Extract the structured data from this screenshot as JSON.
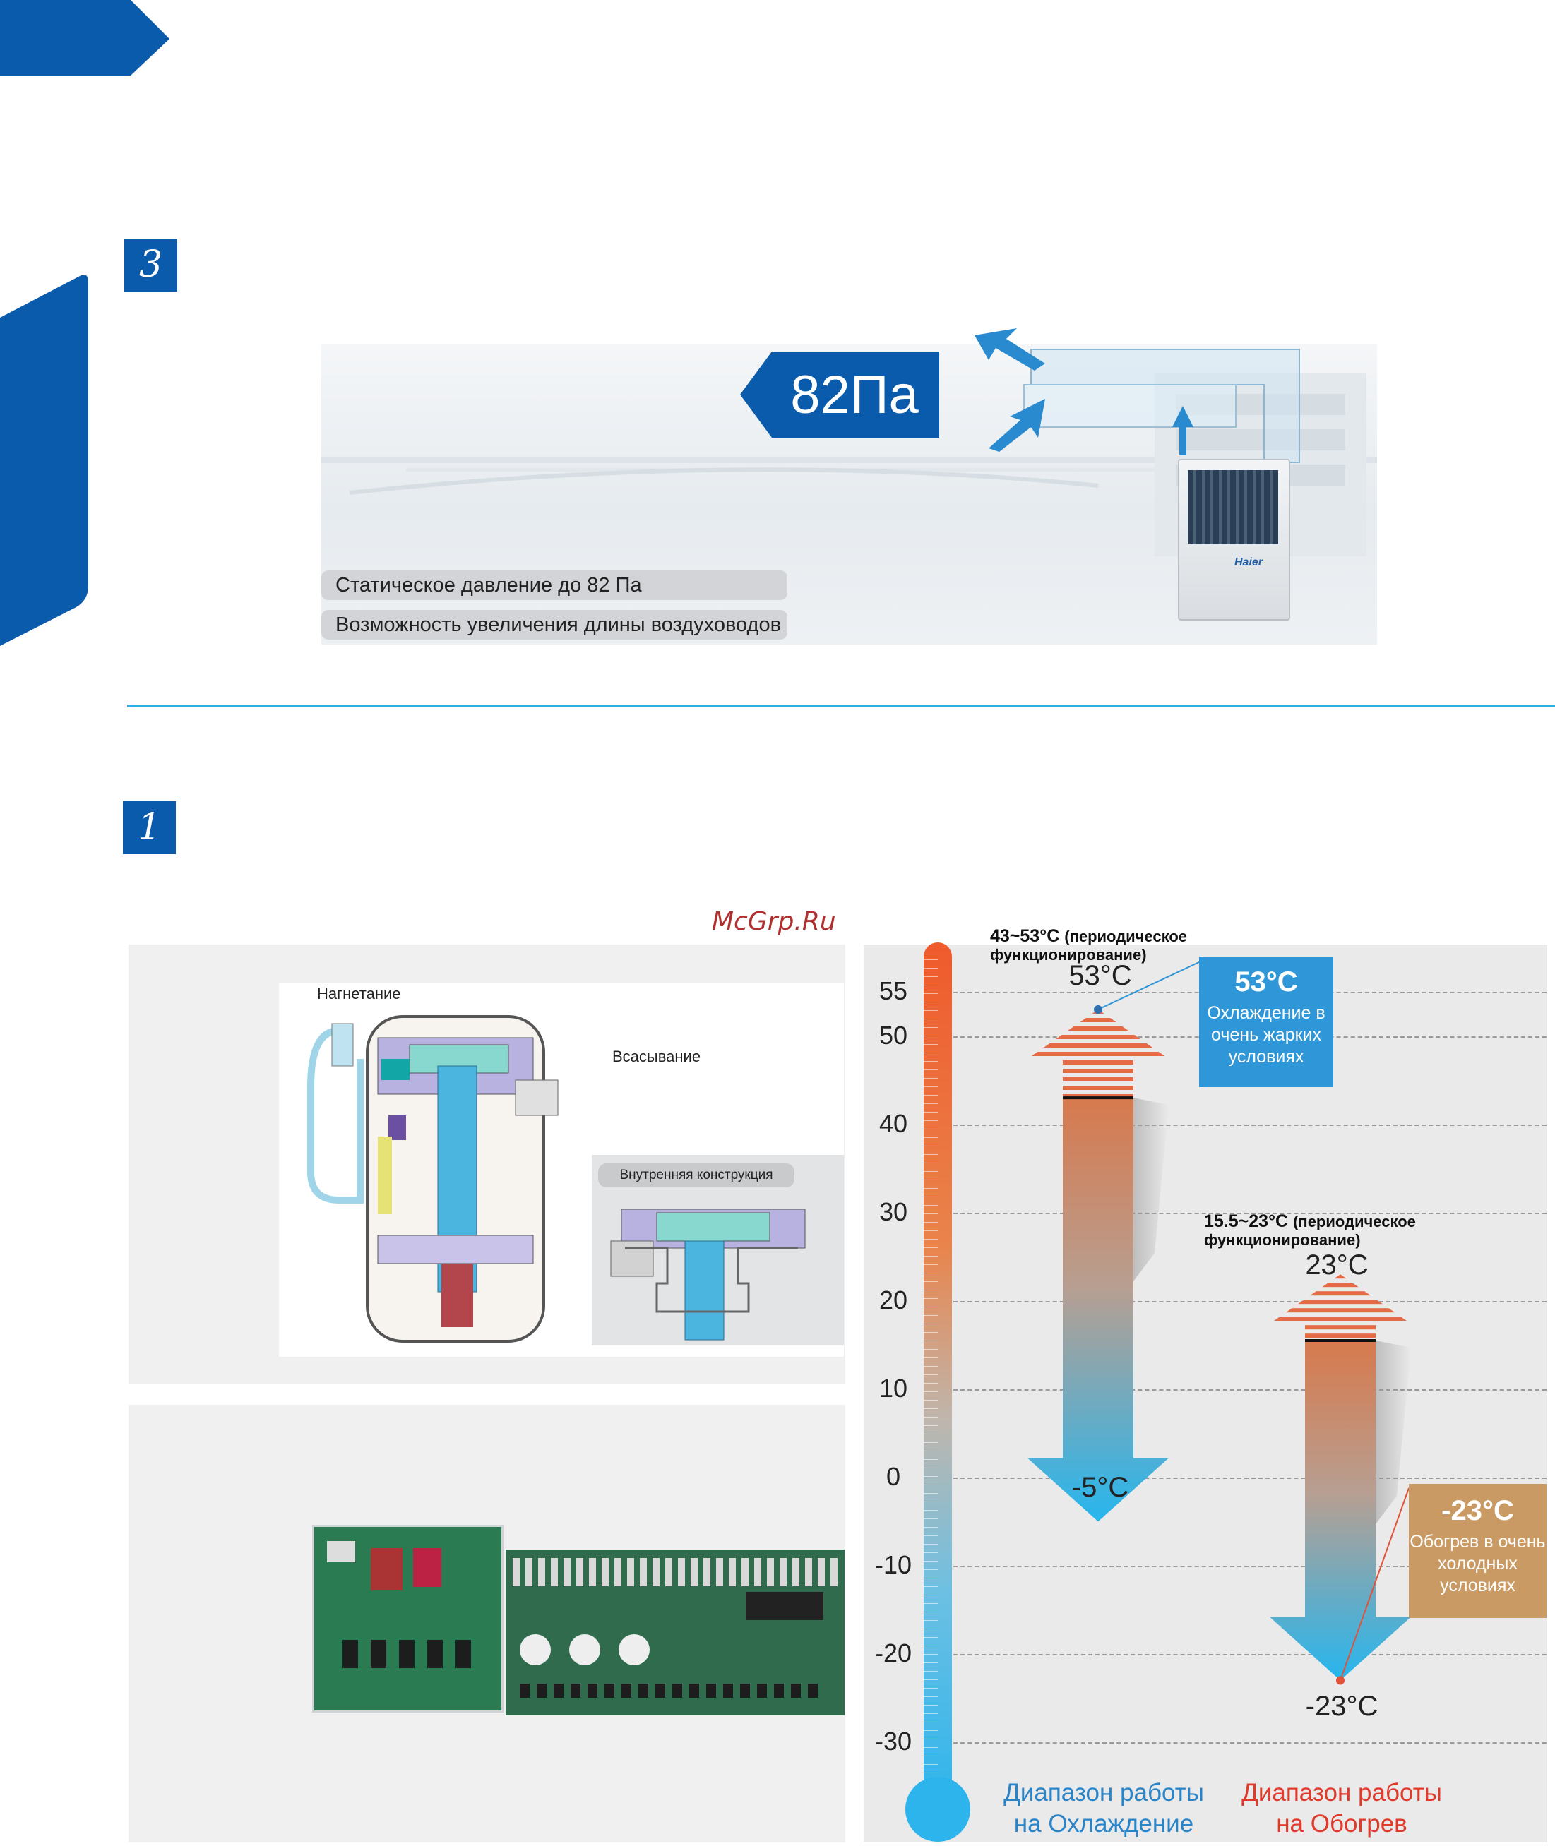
{
  "watermark": "McGrp.Ru",
  "sections": {
    "top_badge": "3",
    "bottom_badge": "1"
  },
  "pressure": {
    "badge": "82Па",
    "features": [
      "Статическое давление до 82 Па",
      "Возможность увеличения длины воздуховодов"
    ],
    "brand": "Haier"
  },
  "compressor": {
    "label_discharge": "Нагнетание",
    "label_suction": "Всасывание",
    "inset_title": "Внутренняя конструкция"
  },
  "chart_data": {
    "type": "range-bar",
    "y_ticks": [
      55,
      50,
      40,
      30,
      20,
      10,
      0,
      -10,
      -20,
      -30
    ],
    "ylim": [
      -30,
      55
    ],
    "grid": true,
    "series": [
      {
        "name": "Диапазон работы на Охлаждение",
        "min": -5,
        "max": 53,
        "periodic_from": 43,
        "periodic_text": "43~53°C",
        "periodic_note": "(периодическое функционирование)",
        "top_label": "53°C",
        "bottom_label": "-5°C",
        "callout_value": "53°C",
        "callout_text": "Охлаждение в очень жарких условиях",
        "color": "#3aa6de"
      },
      {
        "name": "Диапазон работы на Обогрев",
        "min": -23,
        "max": 23,
        "periodic_from": 15.5,
        "periodic_text": "15.5~23°C",
        "periodic_note": "(периодическое функционирование)",
        "top_label": "23°C",
        "bottom_label": "-23°C",
        "callout_value": "-23°C",
        "callout_text": "Обогрев в очень холодных условиях",
        "color": "#e0523a"
      }
    ]
  },
  "captions": {
    "cooling_1": "Диапазон работы",
    "cooling_2": "на Охлаждение",
    "heating_1": "Диапазон работы",
    "heating_2": "на Обогрев"
  },
  "colors": {
    "brand_blue": "#0a5bab",
    "divider": "#29aee6",
    "cool_callout": "#2f97d8",
    "heat_callout": "#c99a63"
  }
}
